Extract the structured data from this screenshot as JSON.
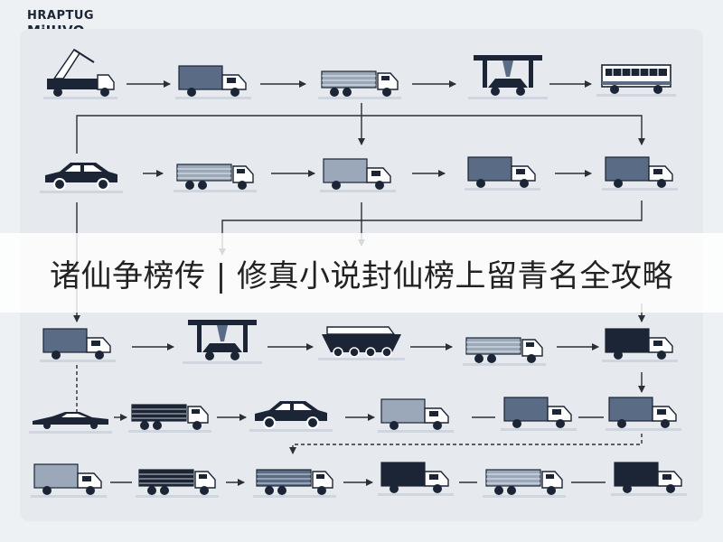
{
  "brand": {
    "line1": "HRAPTUG",
    "line2": "MiJUVO"
  },
  "banner": {
    "title": "诸仙争榜传 | 修真小说封仙榜上留青名全攻略"
  },
  "colors": {
    "dark": "#1b2535",
    "slate": "#5a6b85",
    "light": "#9ba8ba",
    "background": "#eef1f4",
    "line": "#2a2f38"
  },
  "vehicle_types": [
    "crane-truck",
    "box-truck",
    "flatbed-truck",
    "gantry-crane",
    "bus",
    "car",
    "trailer-truck",
    "cargo-ship",
    "sports-car"
  ]
}
